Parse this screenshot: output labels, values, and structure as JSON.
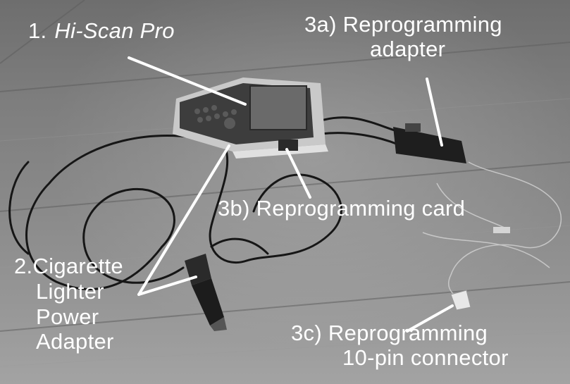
{
  "labels": {
    "hiscan": {
      "number": "1.",
      "text": "Hi-Scan Pro"
    },
    "adapter_3a": {
      "line1": "3a)  Reprogramming",
      "line2": "adapter"
    },
    "card_3b": "3b) Reprogramming  card",
    "power_2": {
      "line1": "2.Cigarette",
      "line2": "Lighter",
      "line3": "Power",
      "line4": "Adapter"
    },
    "connector_3c": {
      "line1": "3c)  Reprogramming",
      "line2": "10-pin connector"
    }
  },
  "colors": {
    "label_text": "#ffffff",
    "pointer_lines": "#ffffff",
    "table_surface": "#8a8a8a",
    "device_body": "#3a3a3a",
    "device_casing": "#c8c8c8",
    "cables": "#1a1a1a"
  }
}
